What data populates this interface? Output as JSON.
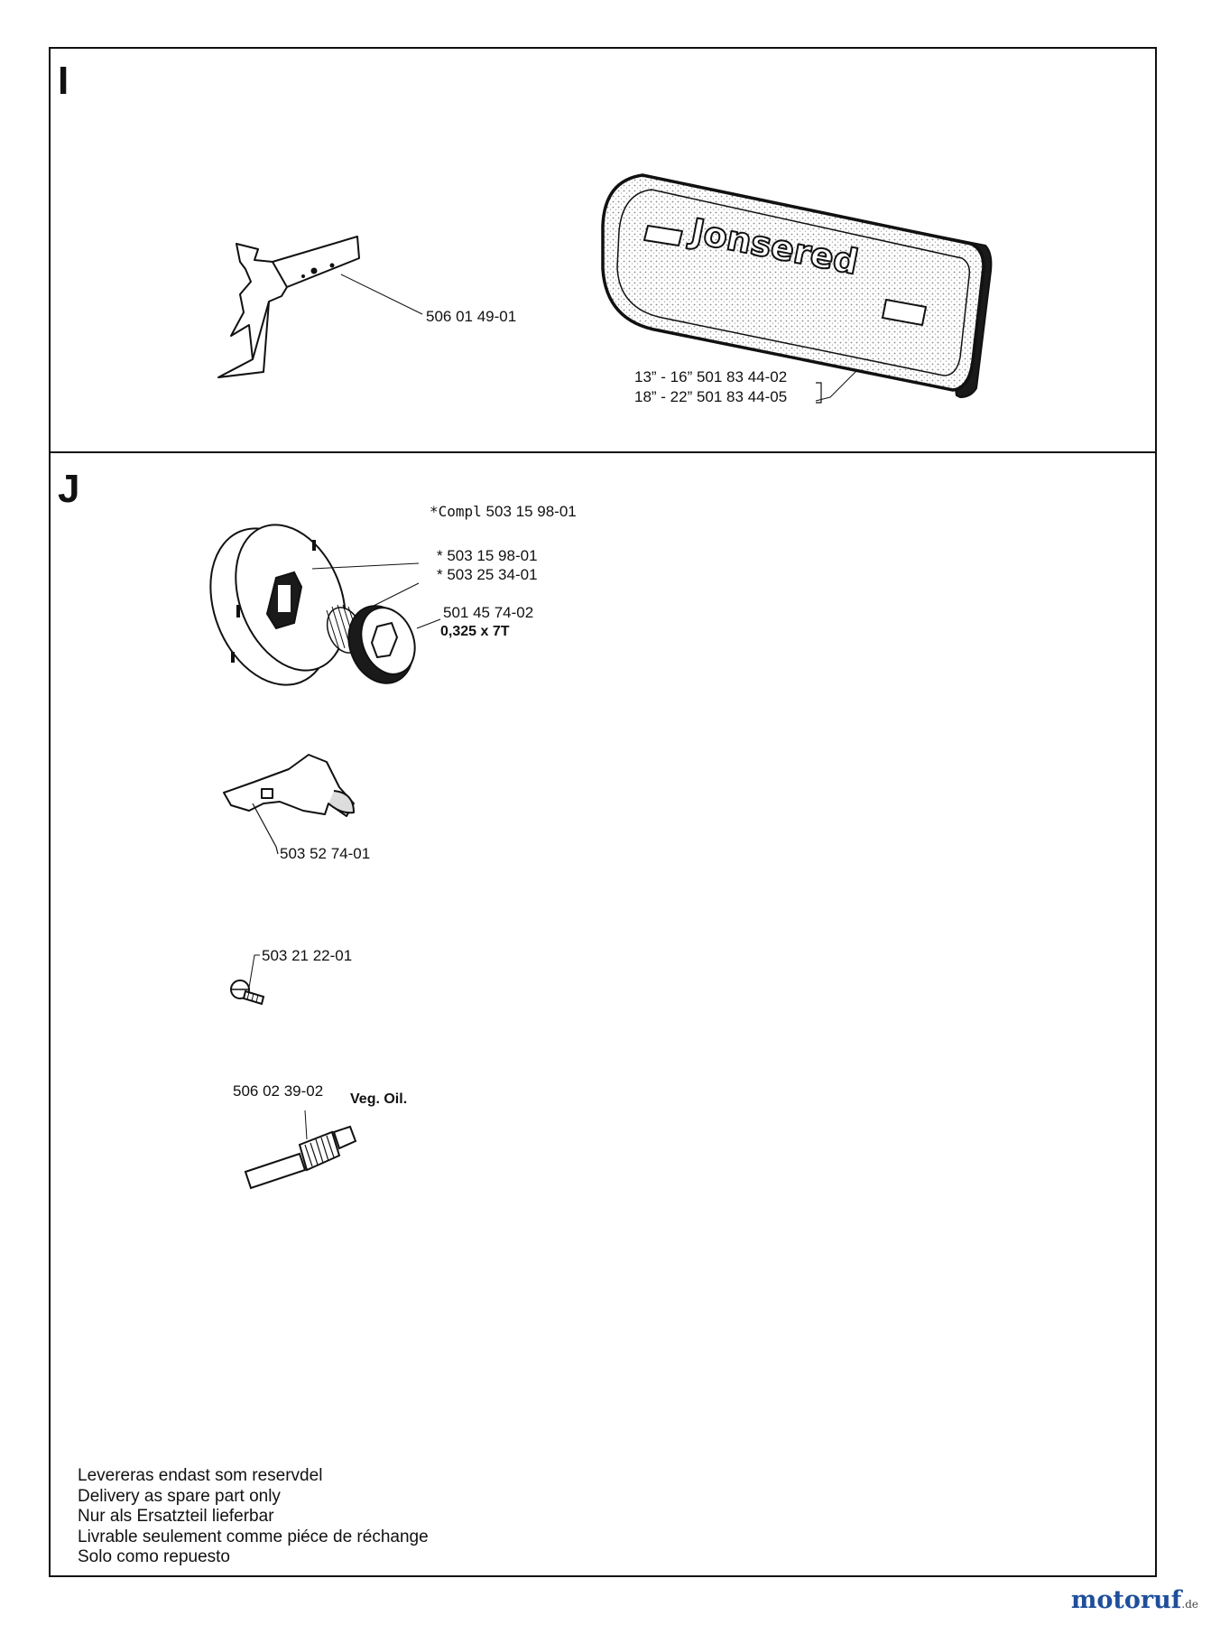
{
  "sections": {
    "i": {
      "letter": "I",
      "bumper_spike_part": "506 01 49-01",
      "bar_cover_logo": "Jonsered",
      "bar_cover_line1": "13” - 16” 501 83 44-02",
      "bar_cover_line2": "18” - 22” 501 83 44-05"
    },
    "j": {
      "letter": "J",
      "clutch_drum_compl_prefix": "*Compl",
      "clutch_drum_compl": "503 15 98-01",
      "clutch_drum": "* 503 15 98-01",
      "needle_bearing": "* 503 25 34-01",
      "sprocket_rim": "501 45 74-02",
      "sprocket_spec": "0,325 x 7T",
      "chain_catcher": "503 52 74-01",
      "screw": "503 21 22-01",
      "oil_pump_worm": "506 02 39-02",
      "oil_note": "Veg. Oil."
    }
  },
  "footnote": [
    "Levereras endast som reservdel",
    "Delivery as spare part only",
    "Nur als Ersatzteil lieferbar",
    "Livrable seulement comme piéce de réchange",
    "Solo como repuesto"
  ],
  "watermark": {
    "main": "motoruf",
    "suffix": ".de",
    "color_primary": "#1f4f9a",
    "color_accent": "#c8322a"
  }
}
